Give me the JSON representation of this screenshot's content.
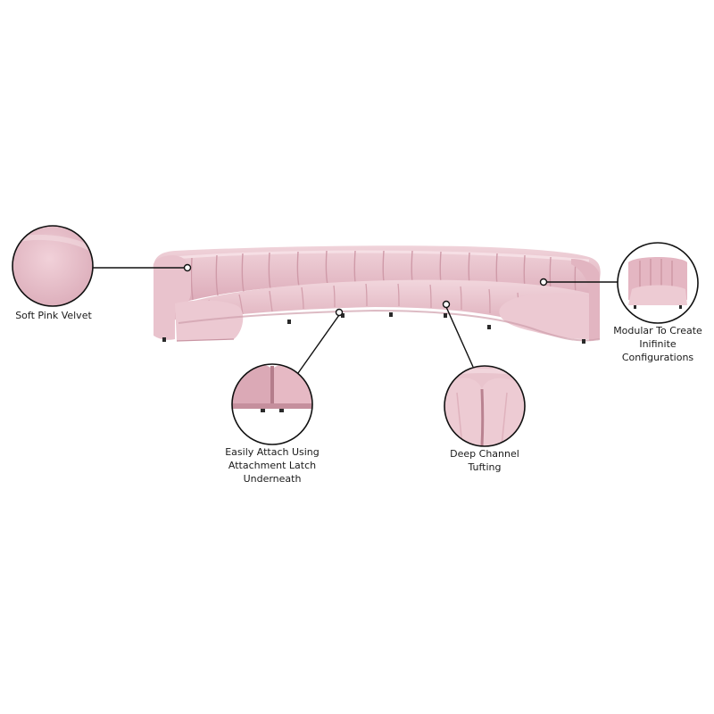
{
  "colors": {
    "velvet": "#e7bfc9",
    "velvet_light": "#f2d6dd",
    "velvet_shadow": "#c99aa7",
    "velvet_deep": "#b8818f",
    "leg": "#2a2a2a",
    "line": "#111111",
    "background": "#ffffff"
  },
  "callouts": {
    "soft_velvet": {
      "lines": [
        "Soft Pink Velvet"
      ]
    },
    "modular": {
      "lines": [
        "Modular To Create",
        "Inifinite",
        "Configurations"
      ]
    },
    "attach": {
      "lines": [
        "Easily Attach Using",
        "Attachment Latch",
        "Underneath"
      ]
    },
    "tufting": {
      "lines": [
        "Deep Channel",
        "Tufting"
      ]
    }
  }
}
